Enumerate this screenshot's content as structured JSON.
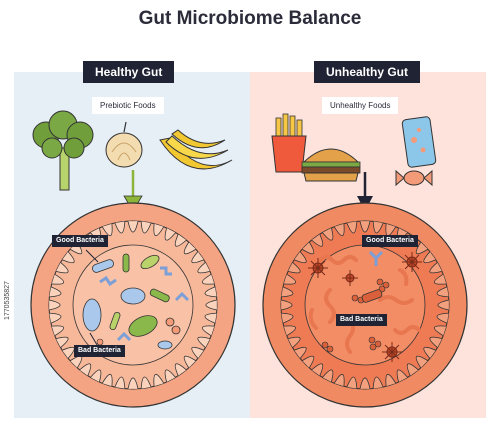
{
  "title": "Gut Microbiome Balance",
  "healthy": {
    "header": "Healthy Gut",
    "foods_label": "Prebiotic Foods",
    "good_label": "Good Bacteria",
    "bad_label": "Bad Bacteria"
  },
  "unhealthy": {
    "header": "Unhealthy Gut",
    "foods_label": "Unhealthy Foods",
    "good_label": "Good Bacteria",
    "bad_label": "Bad Bacteria"
  },
  "side_credit": "1770535827",
  "colors": {
    "healthy_bg": "#e6eef6",
    "unhealthy_bg": "#fde3dc",
    "gut_fill": "#f39a78",
    "gut_dark": "#ef7b55",
    "label_bg": "#1f2333",
    "arrow_green": "#8db53a",
    "arrow_dark": "#1f2333"
  },
  "icons": [
    "broccoli-icon",
    "onion-icon",
    "banana-icon",
    "fries-icon",
    "burger-icon",
    "soda-can-icon",
    "candy-icon"
  ]
}
